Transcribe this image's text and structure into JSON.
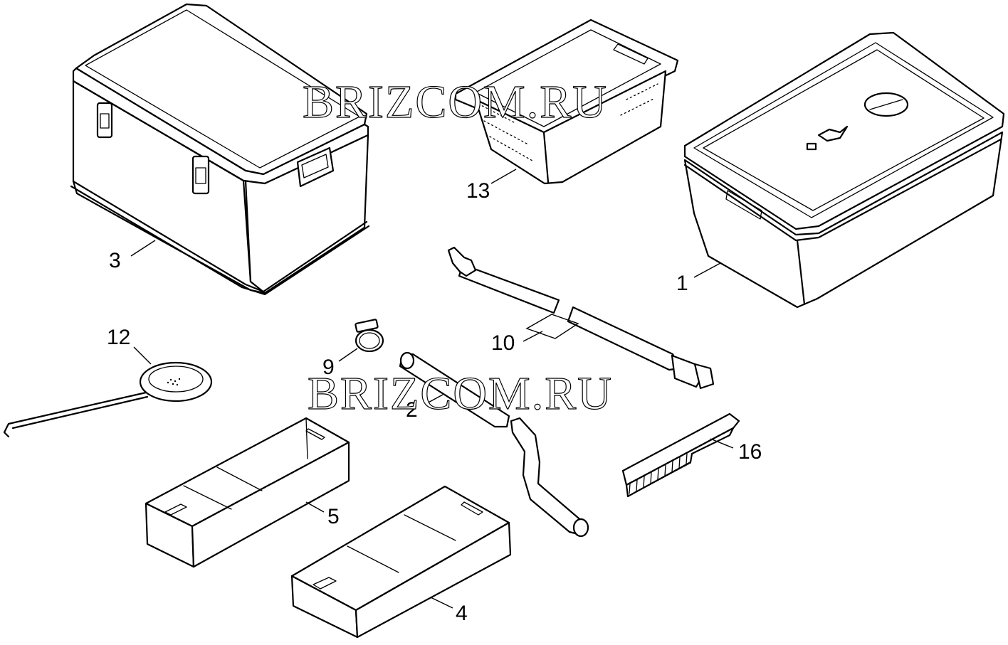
{
  "watermark": {
    "text": "BRIZCOM.RU"
  },
  "callouts": {
    "c1": "1",
    "c2": "2",
    "c3": "3",
    "c4": "4",
    "c5": "5",
    "c9": "9",
    "c10": "10",
    "c12": "12",
    "c13": "13",
    "c16": "16"
  }
}
